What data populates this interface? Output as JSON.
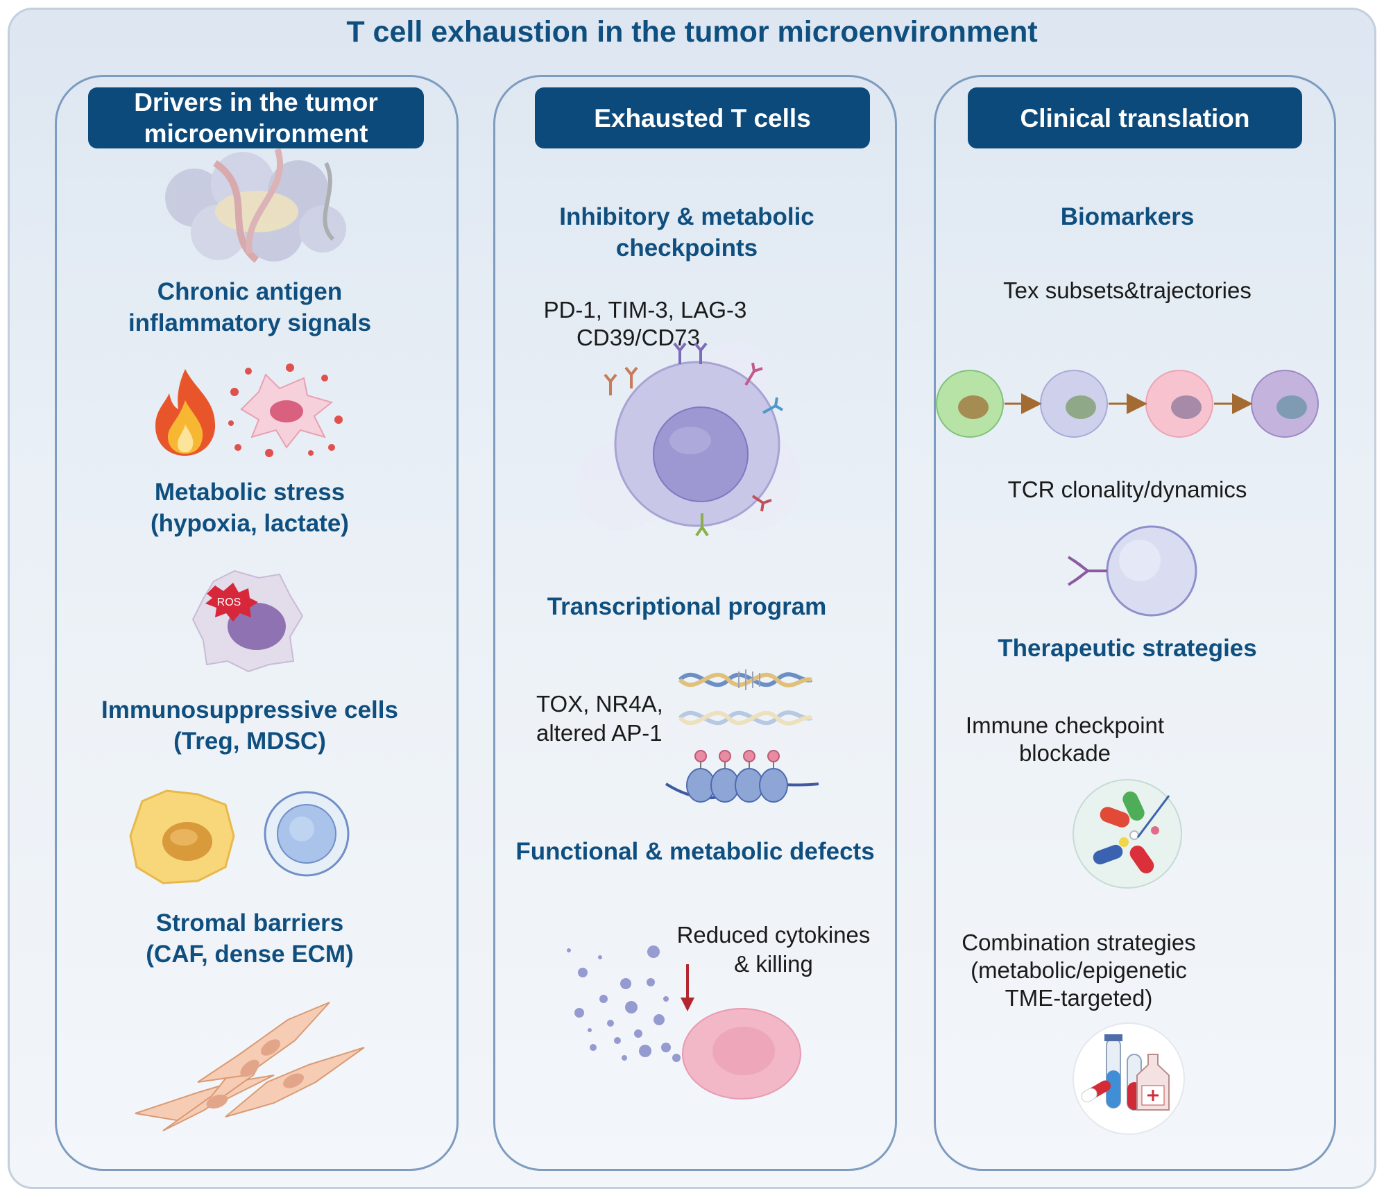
{
  "title": "T cell exhaustion in the tumor microenvironment",
  "columns": {
    "drivers": {
      "header": "Drivers in the tumor microenvironment",
      "items": [
        "Chronic antigen inflammatory signals",
        "Metabolic stress (hypoxia, lactate)",
        "Immunosuppressive cells (Treg, MDSC)",
        "Stromal barriers (CAF, dense ECM)"
      ]
    },
    "exhausted": {
      "header": "Exhausted T cells",
      "sections": [
        {
          "title": "Inhibitory & metabolic checkpoints",
          "text": [
            "PD-1, TIM-3, LAG-3",
            "CD39/CD73"
          ]
        },
        {
          "title": "Transcriptional program",
          "text": [
            "TOX, NR4A,",
            "altered AP-1"
          ]
        },
        {
          "title": "Functional & metabolic defects",
          "text": [
            "Reduced cytokines",
            "& killing"
          ]
        }
      ]
    },
    "clinical": {
      "header": "Clinical translation",
      "biomarkers": {
        "title": "Biomarkers",
        "items": [
          "Tex subsets&trajectories",
          "TCR clonality/dynamics"
        ]
      },
      "therapeutic": {
        "title": "Therapeutic strategies",
        "items": [
          "Immune checkpoint blockade",
          "Combination strategies (metabolic/epigenetic TME-targeted)"
        ]
      }
    }
  },
  "icons": {
    "ros_label": "ROS",
    "names": [
      "tumor-mass-icon",
      "fire-icon",
      "inflammatory-cell-icon",
      "ros-cell-icon",
      "adipocyte-icon",
      "treg-cell-icon",
      "fibroblast-icon",
      "exhausted-t-cell-icon",
      "dna-icon",
      "chromatin-icon",
      "cytokine-cloud-icon",
      "target-cell-icon",
      "tex-cell-icon",
      "tcr-cell-icon",
      "pills-icon",
      "lab-bottles-icon"
    ]
  },
  "colors": {
    "title": "#0f4f7f",
    "pill": "#0c4a7b",
    "panel_border": "#7e9cbf",
    "arrow_down": "#b3262f"
  }
}
